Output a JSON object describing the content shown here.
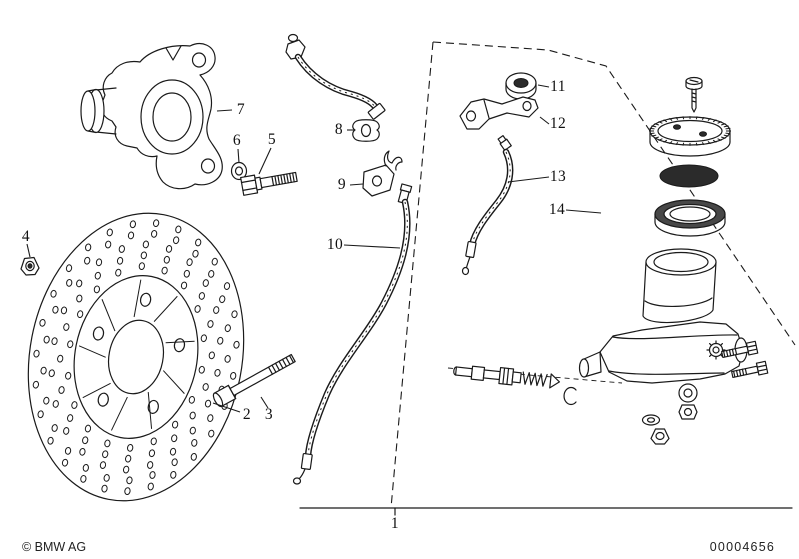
{
  "callouts": [
    "1",
    "2",
    "3",
    "4",
    "5",
    "6",
    "7",
    "8",
    "9",
    "10",
    "11",
    "12",
    "13",
    "14"
  ],
  "footer": {
    "copyright": "© BMW AG",
    "document_number": "00004656"
  },
  "colors": {
    "ink": "#1a1a1a",
    "background": "#ffffff"
  }
}
